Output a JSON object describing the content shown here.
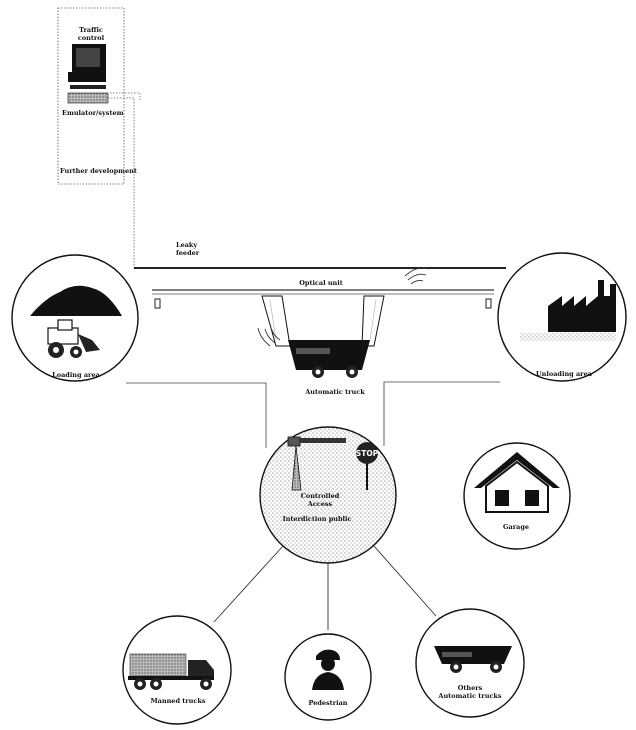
{
  "labels": {
    "traffic_control": "Traffic\ncontrol",
    "emulator_system": "Emulator/system",
    "further_development": "Further development",
    "leaky_feeder": "Leaky\nfeeder",
    "optical_unit": "Optical unit",
    "loading_area": "Loading area",
    "unloading_area": "Unloading area",
    "automatic_truck": "Automatic truck",
    "controlled_access": "Controlled\nAccess",
    "stop_sign": "STOP",
    "interdiction_public": "Interdiction public",
    "garage": "Garage",
    "manned_trucks": "Manned trucks",
    "pedestrian": "Pedestrian",
    "other_automatic_trucks": "Others\nAutomatic trucks"
  }
}
